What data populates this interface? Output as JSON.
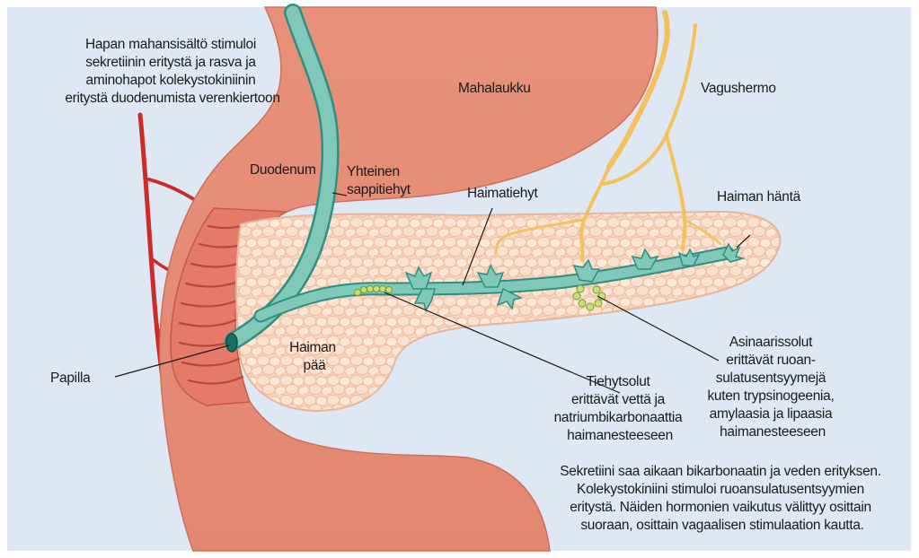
{
  "labels": {
    "hormone_note": [
      "Hapan mahansisältö stimuloi",
      "sekretiinin eritystä ja rasva ja",
      "aminohapot kolekystokiniinin",
      "eritystä duodenumista verenkiertoon"
    ],
    "stomach": "Mahalaukku",
    "vagus": "Vagushermo",
    "duodenum": "Duodenum",
    "bile_duct": [
      "Yhteinen",
      "sappitiehyt"
    ],
    "pancreatic_duct": "Haimatiehyt",
    "pancreas_tail": "Haiman häntä",
    "papilla": "Papilla",
    "pancreas_head": [
      "Haiman",
      "pää"
    ],
    "duct_cells": [
      "Tiehytsolut",
      "erittävät vettä ja",
      "natriumbikarbonaattia",
      "haimanesteeseen"
    ],
    "acinar_cells": [
      "Asinaarissolut",
      "erittävät ruoan-",
      "sulatusentsyymejä",
      "kuten trypsinogeenia,",
      "amylaasia ja lipaasia",
      "haimanesteeseen"
    ],
    "summary": [
      "Sekretiini saa aikaan bikarbonaatin ja veden erityksen.",
      "Kolekystokiniini stimuloi ruoansulatusentsyymien",
      "eritystä. Näiden hormonien vaikutus välittyy osittain",
      "suoraan, osittain vagaalisen stimulaation kautta."
    ]
  },
  "colors": {
    "background": "#dde8f4",
    "stomach": "#e9977f",
    "pancreas": "#f9d9c4",
    "duct": "#7fc8ba",
    "artery": "#cc2c28",
    "nerve": "#f4c25d"
  }
}
